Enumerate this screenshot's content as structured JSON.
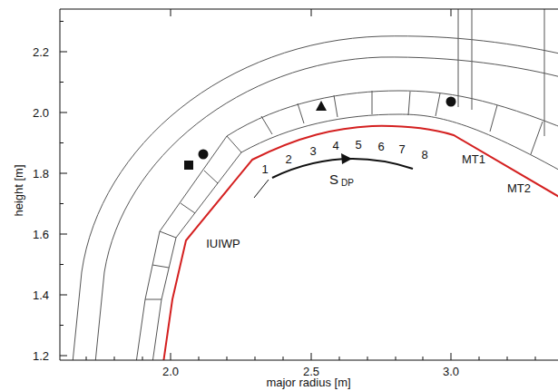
{
  "diagram": {
    "labels": [
      "height [m]",
      "major radius [m]",
      "2.2",
      "2.0",
      "1.8",
      "1.6",
      "1.4",
      "1.2",
      "2.0",
      "2.5",
      "3.0",
      "1",
      "2",
      "3",
      "4",
      "5",
      "6",
      "7",
      "8",
      "S",
      "DP",
      "IUIWP",
      "MT1",
      "MT2"
    ]
  }
}
